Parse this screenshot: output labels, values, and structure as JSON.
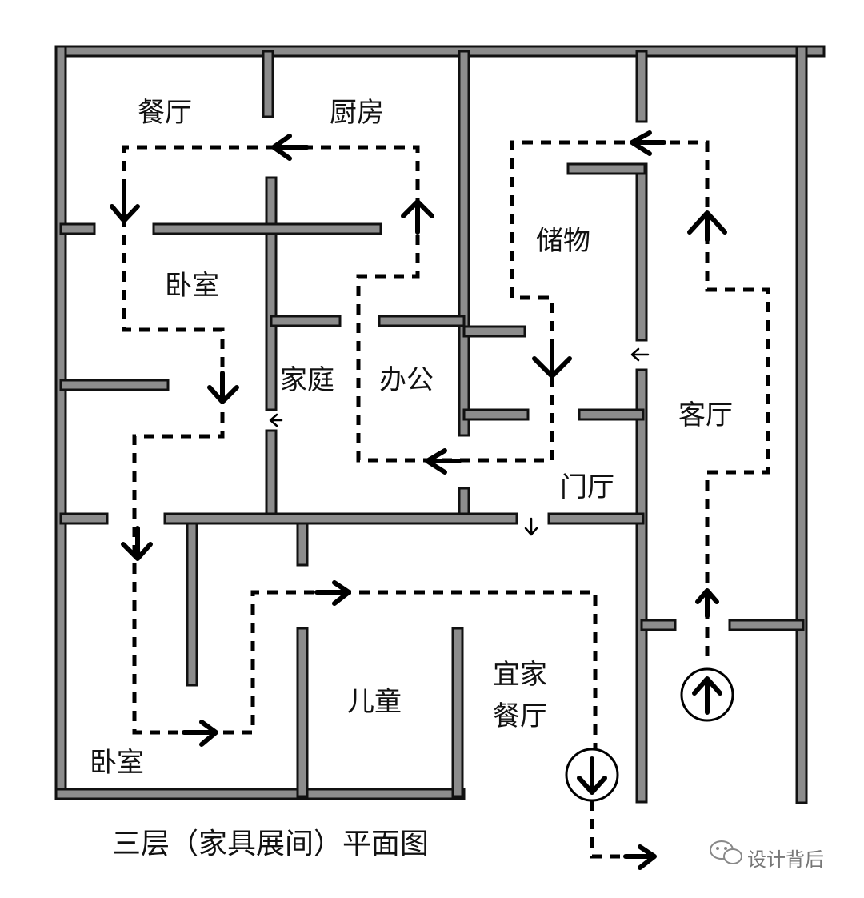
{
  "rooms": {
    "dining": "餐厅",
    "kitchen": "厨房",
    "storage": "储物",
    "bedroom_top": "卧室",
    "family": "家庭",
    "office": "办公",
    "living": "客厅",
    "foyer": "门厅",
    "children": "儿童",
    "ikea_restaurant_line1": "宜家",
    "ikea_restaurant_line2": "餐厅",
    "bedroom_bottom": "卧室"
  },
  "title": "三层（家具展间）平面图",
  "watermark": "设计背后"
}
